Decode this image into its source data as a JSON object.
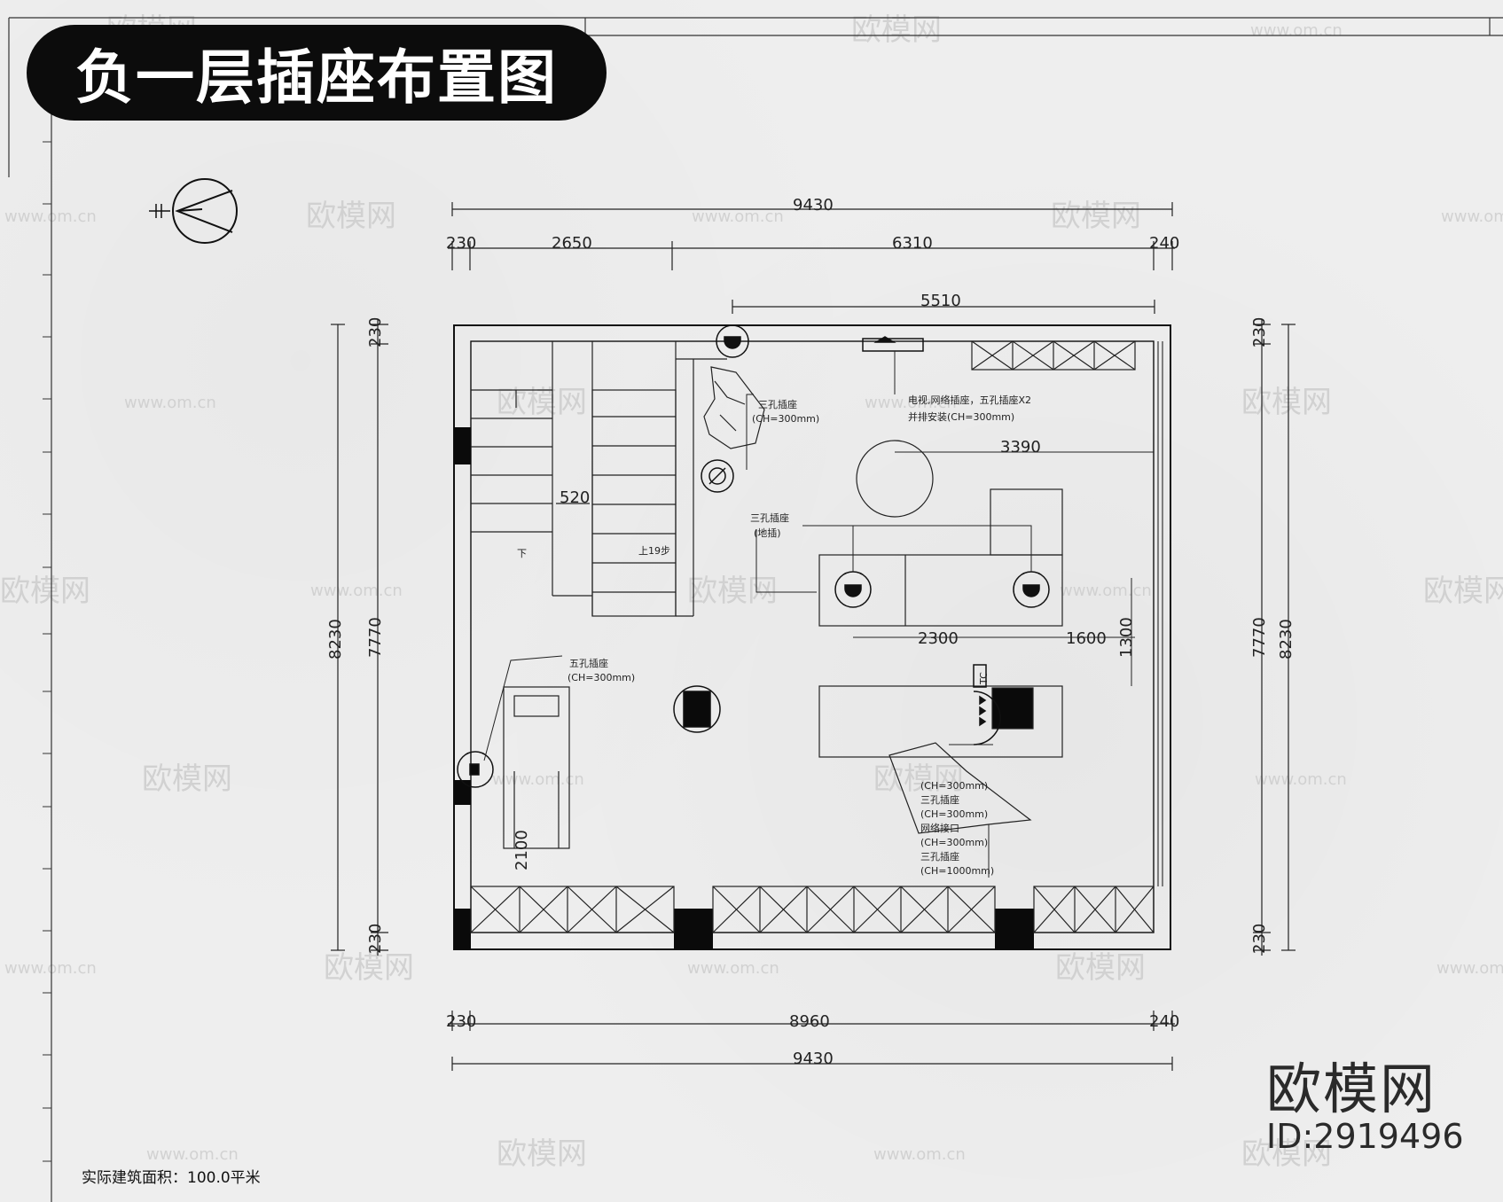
{
  "title": "负一层插座布置图",
  "area_label": "实际建筑面积：100.0平米",
  "brand": {
    "name": "欧模网",
    "id": "ID:2919496"
  },
  "watermarks": {
    "logo": "欧模网",
    "url": "www.om.cn"
  },
  "dimensions": {
    "top_total": "9430",
    "top_left_wall": "230",
    "top_seg1": "2650",
    "top_seg2": "6310",
    "top_right_wall": "240",
    "inner_top": "5510",
    "left_total": "8230",
    "left_inner": "7770",
    "left_top_wall": "230",
    "left_bottom_wall": "230",
    "right_total": "8230",
    "right_inner": "7770",
    "right_top_wall": "230",
    "right_bottom_wall": "230",
    "bottom_left_wall": "230",
    "bottom_inner": "8960",
    "bottom_right_wall": "240",
    "bottom_total": "9430",
    "table_offset": "3390",
    "sink_span": "2300",
    "sink_right": "1600",
    "island_gap": "1300",
    "stair_width": "520",
    "treadmill_len": "2100"
  },
  "plan_labels": {
    "stair_up": "上19步",
    "stair_down": "下",
    "tc": "TC"
  },
  "notes": {
    "tv": [
      "电视,网络插座，五孔插座X2",
      "并排安装(CH=300mm)"
    ],
    "three_hole": [
      "三孔插座",
      "(CH=300mm)"
    ],
    "floor_socket": [
      "三孔插座",
      "(地插)"
    ],
    "five_hole": [
      "五孔插座",
      "(CH=300mm)"
    ],
    "island": [
      "(CH=300mm)",
      "三孔插座",
      "(CH=300mm)",
      "网络接口",
      "(CH=300mm)",
      "三孔插座",
      "(CH=1000mm)"
    ]
  }
}
